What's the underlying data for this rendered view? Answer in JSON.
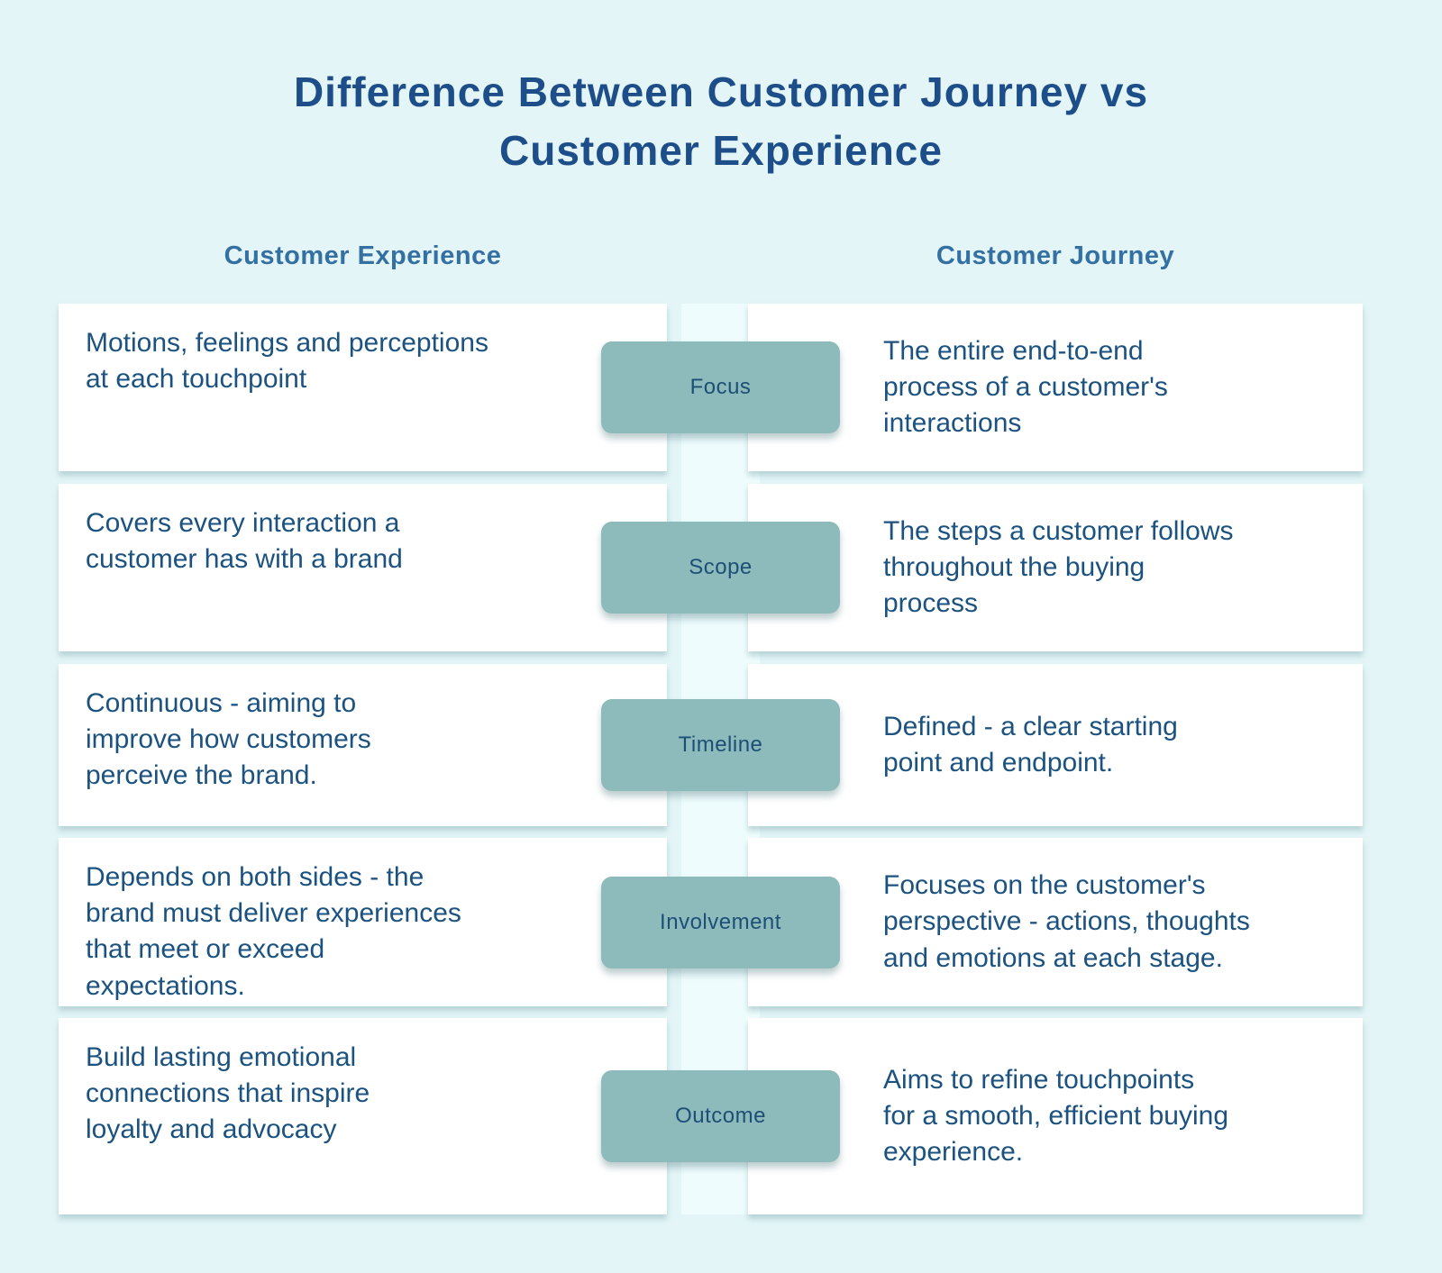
{
  "title": "Difference Between Customer Journey vs Customer Experience",
  "columns": {
    "left_header": "Customer Experience",
    "right_header": "Customer Journey"
  },
  "rows": [
    {
      "label": "Focus",
      "experience": "Motions, feelings and perceptions\nat each touchpoint",
      "journey": "The entire end-to-end\nprocess of a customer's\ninteractions"
    },
    {
      "label": "Scope",
      "experience": "Covers every interaction a\ncustomer has with a brand",
      "journey": "The steps a customer follows\nthroughout the buying\nprocess"
    },
    {
      "label": "Timeline",
      "experience": "Continuous - aiming to\nimprove how customers\nperceive the brand.",
      "journey": "Defined - a clear starting\npoint and endpoint."
    },
    {
      "label": "Involvement",
      "experience": "Depends on both sides - the\nbrand must deliver experiences\nthat meet or exceed\nexpectations.",
      "journey": "Focuses on the customer's\nperspective - actions, thoughts\nand emotions at each stage."
    },
    {
      "label": "Outcome",
      "experience": "Build lasting emotional\nconnections that inspire\nloyalty and advocacy",
      "journey": "Aims to refine touchpoints\nfor a smooth, efficient buying\nexperience."
    }
  ],
  "colors": {
    "background": "#e3f5f7",
    "center_stripe": "#eefcfd",
    "card": "#ffffff",
    "badge": "#8dbaba",
    "title_text": "#1d4e89",
    "header_text": "#3470a2",
    "body_text": "#1b5280",
    "badge_text": "#1d4f76"
  }
}
